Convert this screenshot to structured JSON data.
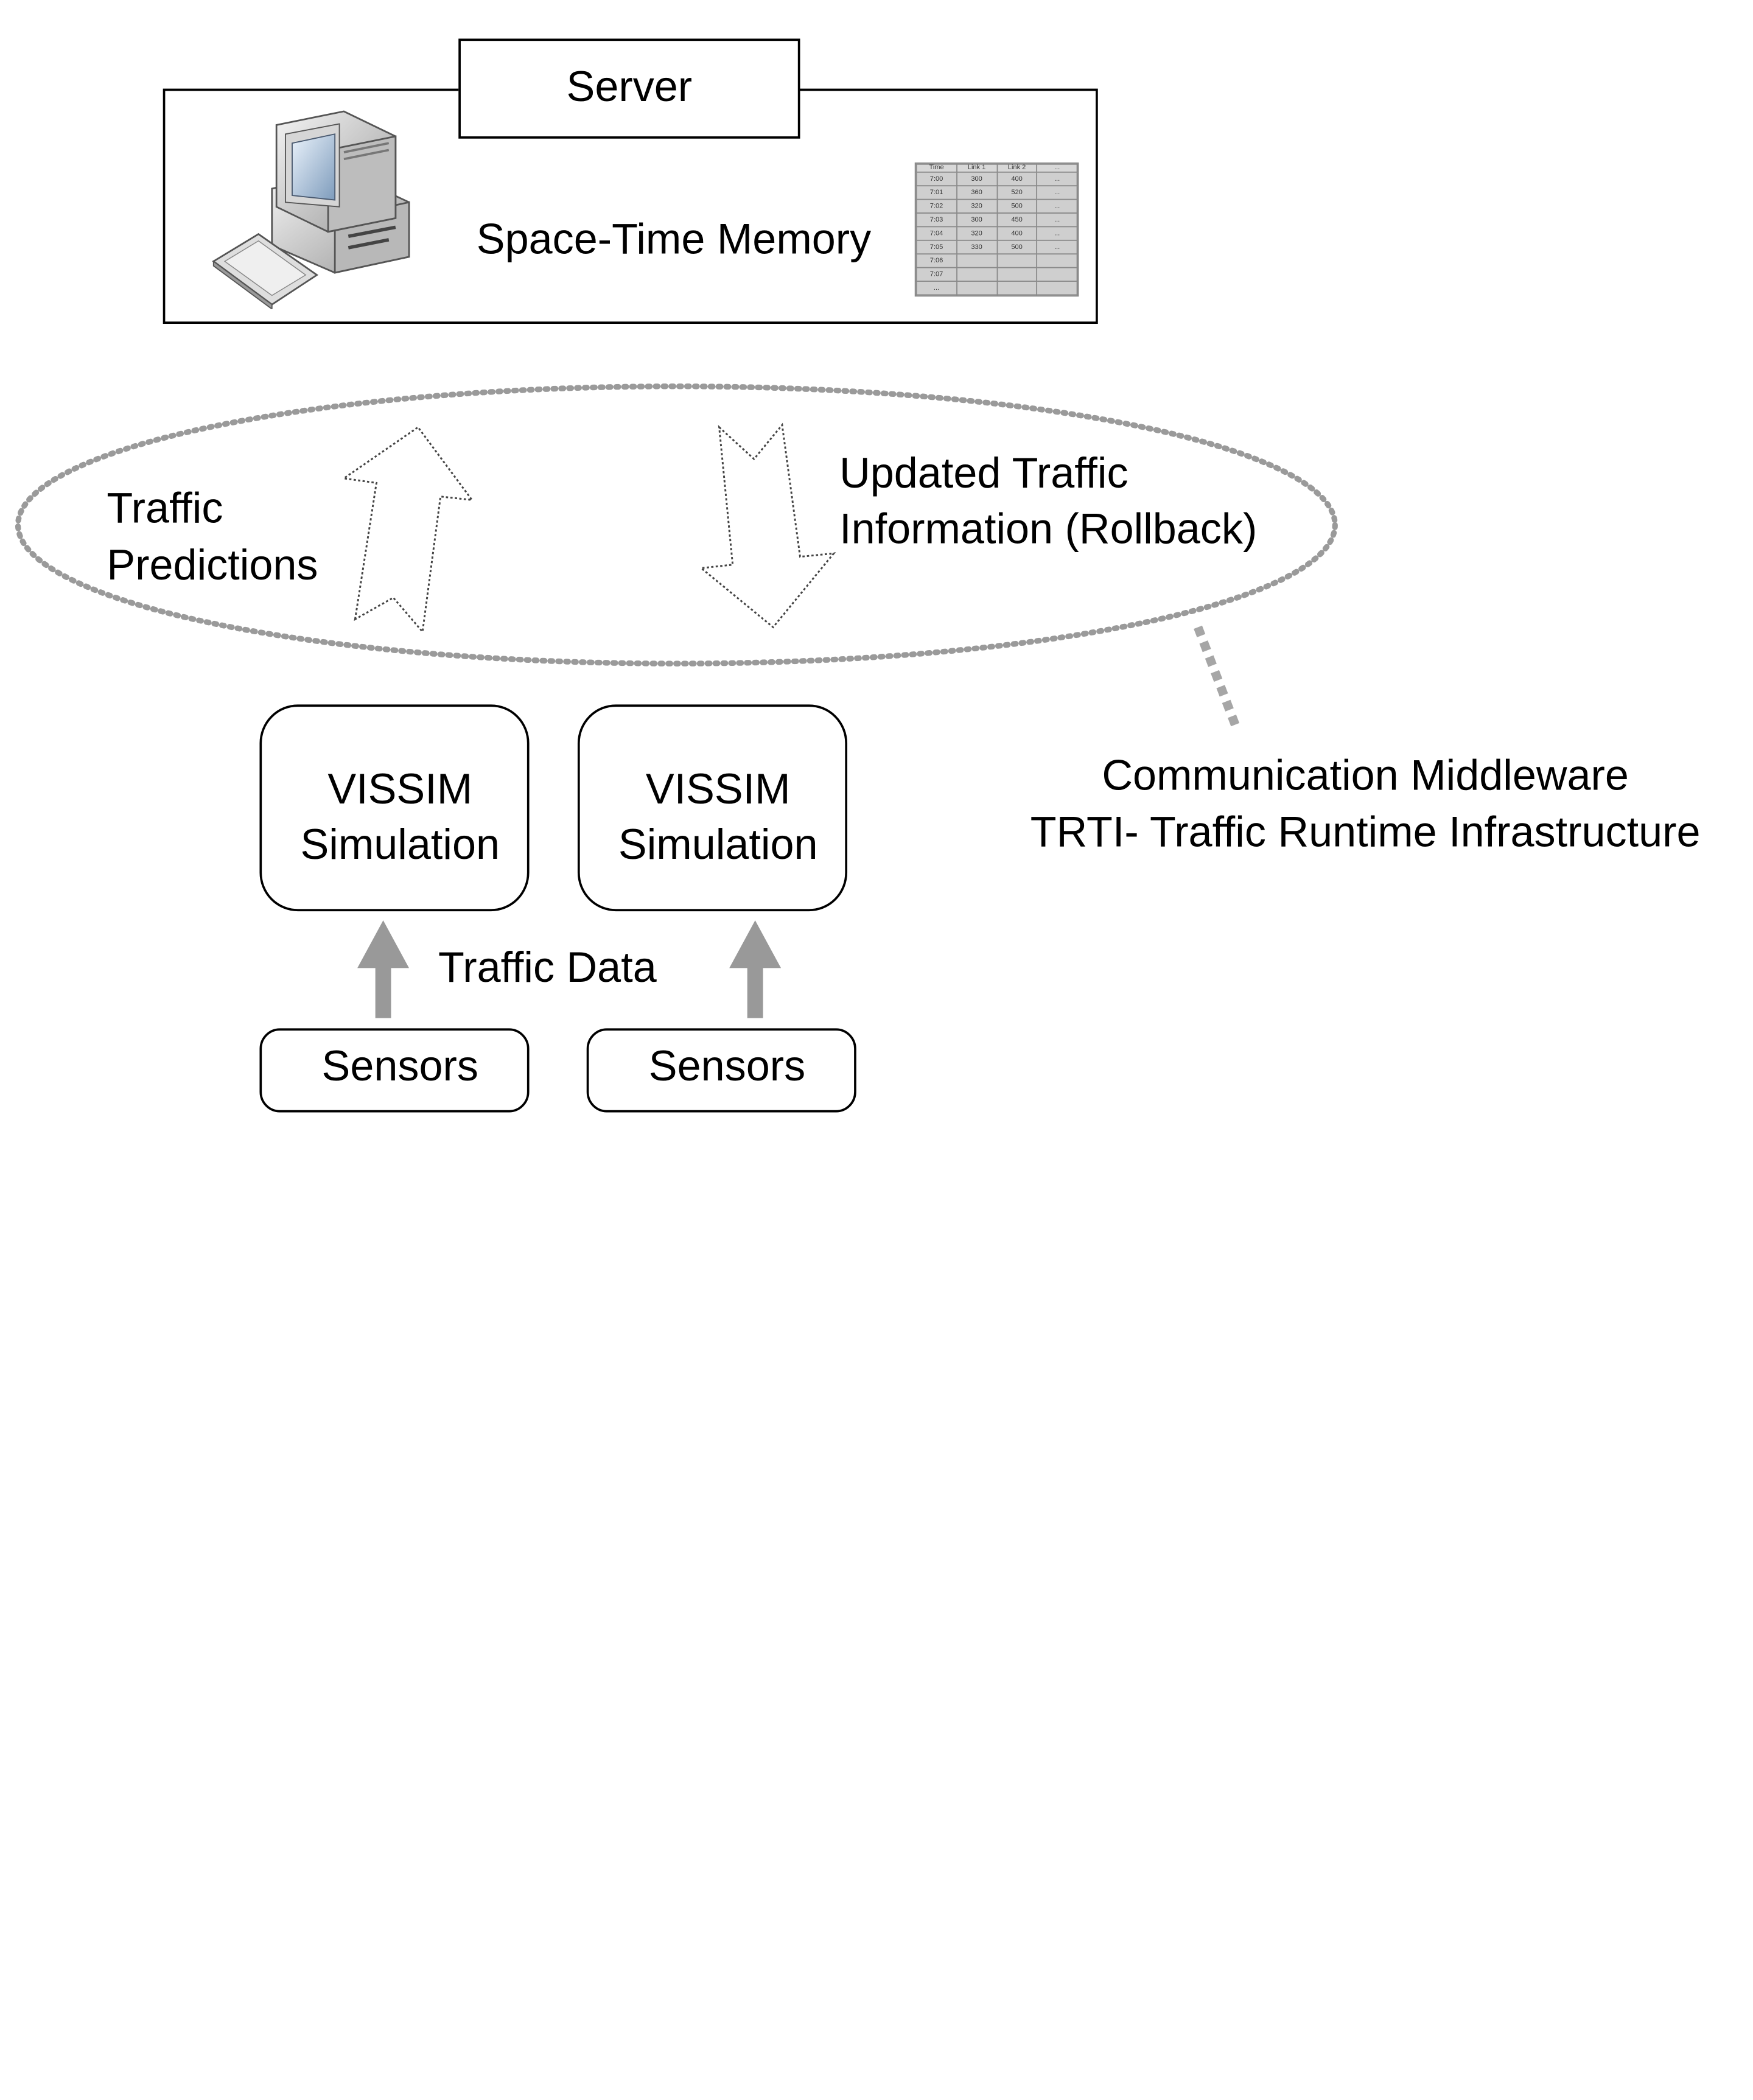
{
  "server": {
    "title": "Server",
    "memory_label": "Space-Time Memory",
    "memory_table": {
      "headers": [
        "Time",
        "Link 1",
        "Link 2",
        "..."
      ],
      "rows": [
        [
          "7:00",
          "300",
          "400",
          "..."
        ],
        [
          "7:01",
          "360",
          "520",
          "..."
        ],
        [
          "7:02",
          "320",
          "500",
          "..."
        ],
        [
          "7:03",
          "300",
          "450",
          "..."
        ],
        [
          "7:04",
          "320",
          "400",
          "..."
        ],
        [
          "7:05",
          "330",
          "500",
          "..."
        ],
        [
          "7:06",
          "",
          "",
          ""
        ],
        [
          "7:07",
          "",
          "",
          ""
        ],
        [
          "...",
          "",
          "",
          ""
        ]
      ]
    }
  },
  "middleware": {
    "predictions_label_line1": "Traffic",
    "predictions_label_line2": "Predictions",
    "updated_label_line1": "Updated Traffic",
    "updated_label_line2": "Information (Rollback)",
    "caption_line1": "Communication Middleware",
    "caption_line2": "TRTI- Traffic Runtime Infrastructure"
  },
  "simulations": [
    {
      "line1": "VISSIM",
      "line2": "Simulation"
    },
    {
      "line1": "VISSIM",
      "line2": "Simulation"
    }
  ],
  "sensors": [
    {
      "label": "Sensors"
    },
    {
      "label": "Sensors"
    }
  ],
  "traffic_data_label": "Traffic Data"
}
